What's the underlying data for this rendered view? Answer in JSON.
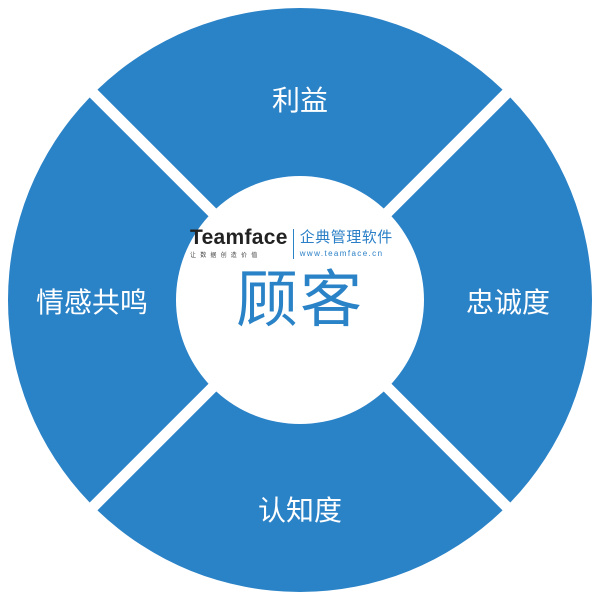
{
  "diagram": {
    "center_title": "顾客",
    "segments": [
      {
        "id": "top",
        "label": "利益"
      },
      {
        "id": "right",
        "label": "忠诚度"
      },
      {
        "id": "bottom",
        "label": "认知度"
      },
      {
        "id": "left",
        "label": "情感共鸣"
      }
    ],
    "colors": {
      "segment_fill": "#2a82c7",
      "background": "#ffffff",
      "center_fill": "#ffffff"
    }
  },
  "logo": {
    "brand": "Teamface",
    "slogan": "让数据创造价值",
    "tagline": "企典管理软件",
    "url": "www.teamface.cn"
  }
}
